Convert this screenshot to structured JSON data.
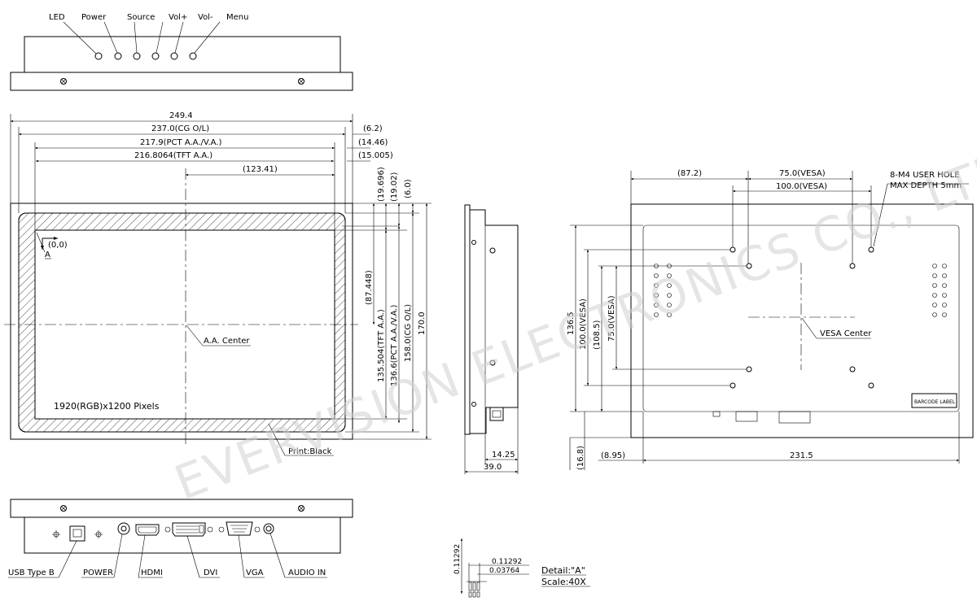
{
  "buttons_top": [
    "LED",
    "Power",
    "Source",
    "Vol+",
    "Vol-",
    "Menu"
  ],
  "front": {
    "dims_width": [
      "249.4",
      "237.0(CG O/L)",
      "217.9(PCT A.A./V.A.)",
      "216.8064(TFT A.A.)",
      "(123.41)"
    ],
    "dims_right_small": [
      "(6.2)",
      "(14.46)",
      "(15.005)"
    ],
    "dims_top_vertical": [
      "(19.696)",
      "(19.02)",
      "(6.0)"
    ],
    "dims_height": [
      "(87.448)",
      "135.504(TFT A.A.)",
      "136.6(PCT A.A./V.A.)",
      "158.0(CG O/L)",
      "170.0"
    ],
    "origin": "(0,0)",
    "detail_ref": "A",
    "center_label": "A.A. Center",
    "pixels": "1920(RGB)x1200 Pixels",
    "print": "Print:Black"
  },
  "side": {
    "dims": [
      "14.25",
      "39.0"
    ]
  },
  "rear": {
    "dims_top": [
      "(87.2)",
      "75.0(VESA)",
      "100.0(VESA)"
    ],
    "holes": [
      "8-M4 USER HOLE",
      "MAX DEPTH 5mm"
    ],
    "dims_left": [
      "136.5",
      "100.0(VESA)",
      "(108.5)",
      "75.0(VESA)"
    ],
    "center_label": "VESA Center",
    "barcode": "BARCODE LABEL",
    "dims_bottom": [
      "(16.8)",
      "(8.95)",
      "231.5"
    ]
  },
  "ports_bottom": [
    "USB Type B",
    "POWER",
    "HDMI",
    "DVI",
    "VGA",
    "AUDIO IN"
  ],
  "detail": {
    "dims": [
      "0.11292",
      "0.11292",
      "0.03764"
    ],
    "title": "Detail:\"A\"",
    "scale": "Scale:40X"
  },
  "watermark": "EVERVISION ELECTRONICS CO., LTD"
}
